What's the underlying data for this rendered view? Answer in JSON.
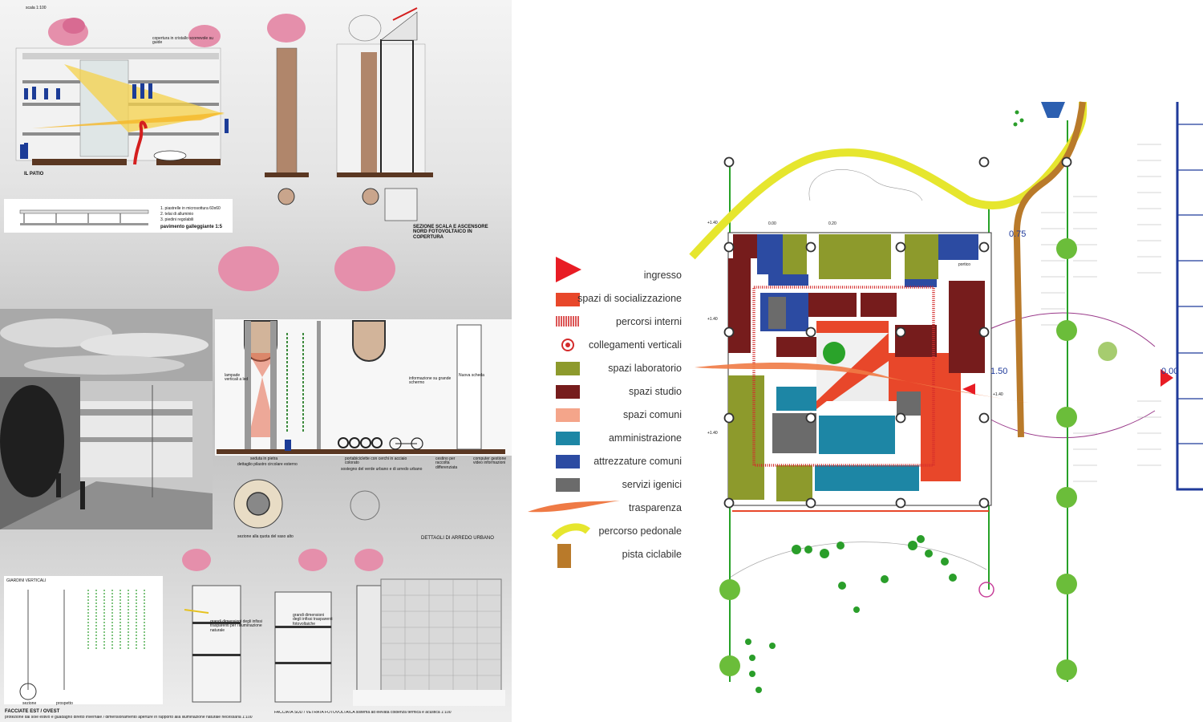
{
  "board": {
    "scale": "scala 1:100",
    "patio_label": "IL PATIO",
    "cover_note": "copertura in cristallo scorrevole su guide",
    "floor_notes": [
      "1. piastrelle in microsottura 60x60",
      "2. telai di alluminio",
      "3. piedini regolabili"
    ],
    "floor_title": "pavimento galleggiante 1:5",
    "stair_title": "SEZIONE SCALA E ASCENSORE NORD FOTOVOLTAICO IN COPERTURA",
    "lamp_note": "lampade verticali a led",
    "info_note": "informazione su grande schermo",
    "flier_note": "Nuova scheda",
    "seat_note": "seduta in pietra",
    "pillar_note": "dettaglio pilastro circolare esterno",
    "bike_note": "portabiciclette con cerchi in acciaio colorato",
    "bike_note2": "sostegno del verde urbano e di arredo urbano",
    "bin_note": "cestino per raccolta differenziata",
    "computer_note": "computer gestione video informazioni",
    "vase_note": "sezione alla quota del vaso alto",
    "furniture_title": "DETTAGLI DI ARREDO URBANO",
    "vertical_gardens": "GIARDINI VERTICALI",
    "section_label": "sezione",
    "elevation_label": "prospetto",
    "east_west": "FACCIATE EST / OVEST",
    "east_west_note": "protezione dal sole estivo e guadagno diretto invernale / dimensionamento aperture in rapporto alla illuminazione naturale necessaria  1:100",
    "south_title": "FACCIATA SUD / VETRATA FOTOVOLTAICA sistema ad elevata coibenza termica e acustica 1:100",
    "opening_note": "grandi dimensioni degli infissi trasparenti per l'illuminazione naturale",
    "opening_note2": "grandi dimensioni degli infissi trasparenti fotovoltaiche"
  },
  "legend": {
    "items": [
      {
        "label": "ingresso",
        "color": "#e81c24",
        "shape": "flag"
      },
      {
        "label": "spazi di socializzazione",
        "color": "#e8472a",
        "shape": "rect"
      },
      {
        "label": "percorsi interni",
        "color": "#d42b2b",
        "shape": "hatch"
      },
      {
        "label": "collegamenti verticali",
        "color": "#d42b2b",
        "shape": "star"
      },
      {
        "label": "spazi laboratorio",
        "color": "#8d9a2c",
        "shape": "rect"
      },
      {
        "label": "spazi studio",
        "color": "#761c1c",
        "shape": "rect"
      },
      {
        "label": "spazi comuni",
        "color": "#f4a58a",
        "shape": "rect"
      },
      {
        "label": "amministrazione",
        "color": "#1d86a5",
        "shape": "rect"
      },
      {
        "label": "attrezzature comuni",
        "color": "#2c4ba2",
        "shape": "rect"
      },
      {
        "label": "servizi igenici",
        "color": "#6b6b6b",
        "shape": "rect"
      },
      {
        "label": "trasparenza",
        "color": "#ef7a45",
        "shape": "lens"
      },
      {
        "label": "percorso pedonale",
        "color": "#e6e62e",
        "shape": "arc"
      },
      {
        "label": "pista ciclabile",
        "color": "#b97a2a",
        "shape": "rect"
      }
    ]
  },
  "plan": {
    "level_075": "0.75",
    "level_150": "1.50",
    "level_000": "0.00",
    "small_levels": [
      "+1.40",
      "+1.40",
      "+1.40",
      "+1.40",
      "0.00",
      "0.20",
      "portico"
    ]
  }
}
